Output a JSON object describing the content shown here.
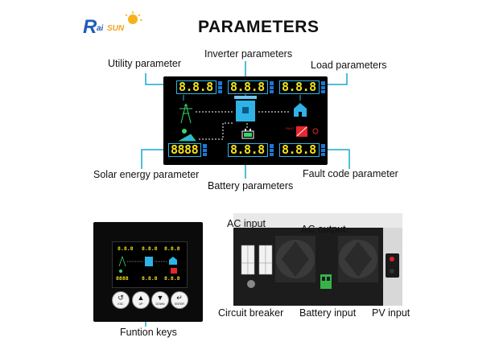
{
  "brand": {
    "logo_text": "RaiSUN"
  },
  "title": "PARAMETERS",
  "labels": {
    "utility": "Utility parameter",
    "inverter": "Inverter parameters",
    "load": "Load parameters",
    "solar": "Solar energy parameter",
    "battery": "Battery parameters",
    "fault": "Fault code parameter",
    "ac_input": "AC input",
    "ac_output": "AC output",
    "circuit_breaker": "Circuit breaker",
    "battery_input": "Battery input",
    "pv_input": "PV input",
    "function_keys": "Funtion keys"
  },
  "lcd": {
    "utility_value": "8.8.8",
    "inverter_value": "8.8.8",
    "load_value": "8.8.8",
    "solar_value": "8888",
    "battery_value": "8.8.8",
    "fault_value": "8.8.8"
  },
  "keys": [
    {
      "icon": "return-icon",
      "glyph": "↺",
      "label": "ESC"
    },
    {
      "icon": "up-arrow-icon",
      "glyph": "▲",
      "label": "UP"
    },
    {
      "icon": "down-arrow-icon",
      "glyph": "▼",
      "label": "DOWN"
    },
    {
      "icon": "enter-icon",
      "glyph": "↵",
      "label": "ENTER"
    }
  ],
  "colors": {
    "callout": "#19a7cf",
    "segment": "#f4e21a",
    "lcd_frame": "#2fb3e6",
    "fault_red": "#e8262d"
  }
}
